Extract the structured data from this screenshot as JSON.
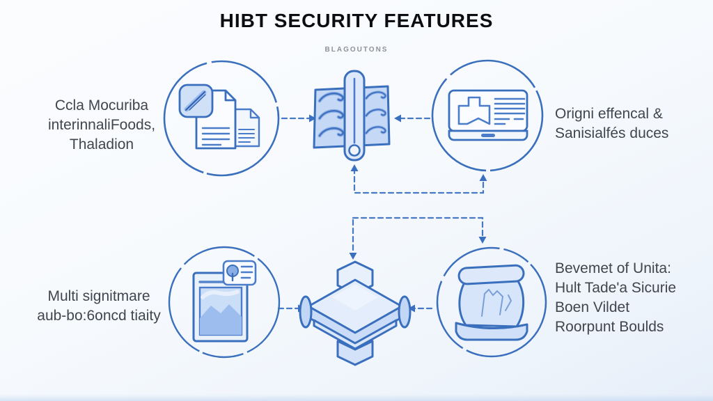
{
  "title": "HIBT SECURITY FEATURES",
  "subtitle": "BLAGOUTONS",
  "colors": {
    "accent_stroke": "#3a6fbd",
    "connector": "#4579c5",
    "icon_fill_light": "#dde9fb",
    "icon_fill_mid": "#c9dcf7",
    "title_text": "#0d0d10",
    "body_text": "#41454d",
    "subtitle_text": "#8e9299"
  },
  "nodes": {
    "top_left": {
      "icon": "signed-documents-icon",
      "label_lines": [
        "Ccla Mocuriba",
        "interinnaliFoods,",
        "Thaladion"
      ]
    },
    "top_right": {
      "icon": "laptop-report-icon",
      "label_lines": [
        "Origni effencal &",
        "Sanisialfés duces"
      ]
    },
    "bottom_left": {
      "icon": "certificate-image-icon",
      "label_lines": [
        "Multi signitmare",
        "aub-bo:6oncd tiaity"
      ]
    },
    "bottom_right": {
      "icon": "sack-icon",
      "label_lines": [
        "Bevemet of Unita:",
        "Hult Tade'a Sicurie",
        "Boen Vildet",
        "Roorpunt Boulds"
      ]
    }
  },
  "center_icons": {
    "top_center": {
      "icon": "binder-lock-icon"
    },
    "bottom_center": {
      "icon": "isometric-cross-icon"
    }
  }
}
